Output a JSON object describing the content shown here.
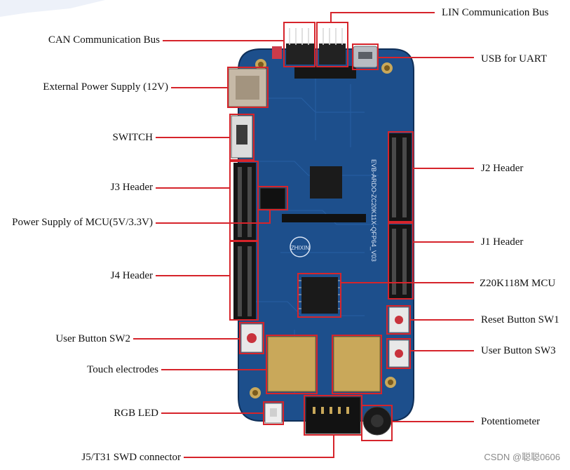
{
  "colors": {
    "annotation": "#d6242b",
    "pcb": "#1d4f8c",
    "pcb_dark": "#123a6b",
    "pad": "#c9a85a"
  },
  "board": {
    "silkscreen": "EVB-ARDO-ZC20K11X-QFP64_V03",
    "logo": "ZHIXIN",
    "icons": [
      "pcb-board",
      "mcu-chip-icon",
      "touch-electrode-icon",
      "potentiometer-knob-icon",
      "usb-port-icon"
    ]
  },
  "labels": {
    "lin_bus": "LIN Communication Bus",
    "can_bus": "CAN Communication Bus",
    "usb_uart": "USB for UART",
    "ext_power": "External Power Supply (12V)",
    "switch": "SWITCH",
    "j2": "J2 Header",
    "j3": "J3 Header",
    "mcu_power": "Power Supply of MCU(5V/3.3V)",
    "j1": "J1 Header",
    "j4": "J4 Header",
    "mcu": "Z20K118M MCU",
    "reset_btn": "Reset Button SW1",
    "user_btn2": "User Button SW2",
    "user_btn3": "User Button SW3",
    "touch": "Touch electrodes",
    "rgb_led": "RGB LED",
    "potentiometer": "Potentiometer",
    "swd": "J5/T31 SWD connector"
  },
  "watermark": "CSDN @聪聪0606"
}
